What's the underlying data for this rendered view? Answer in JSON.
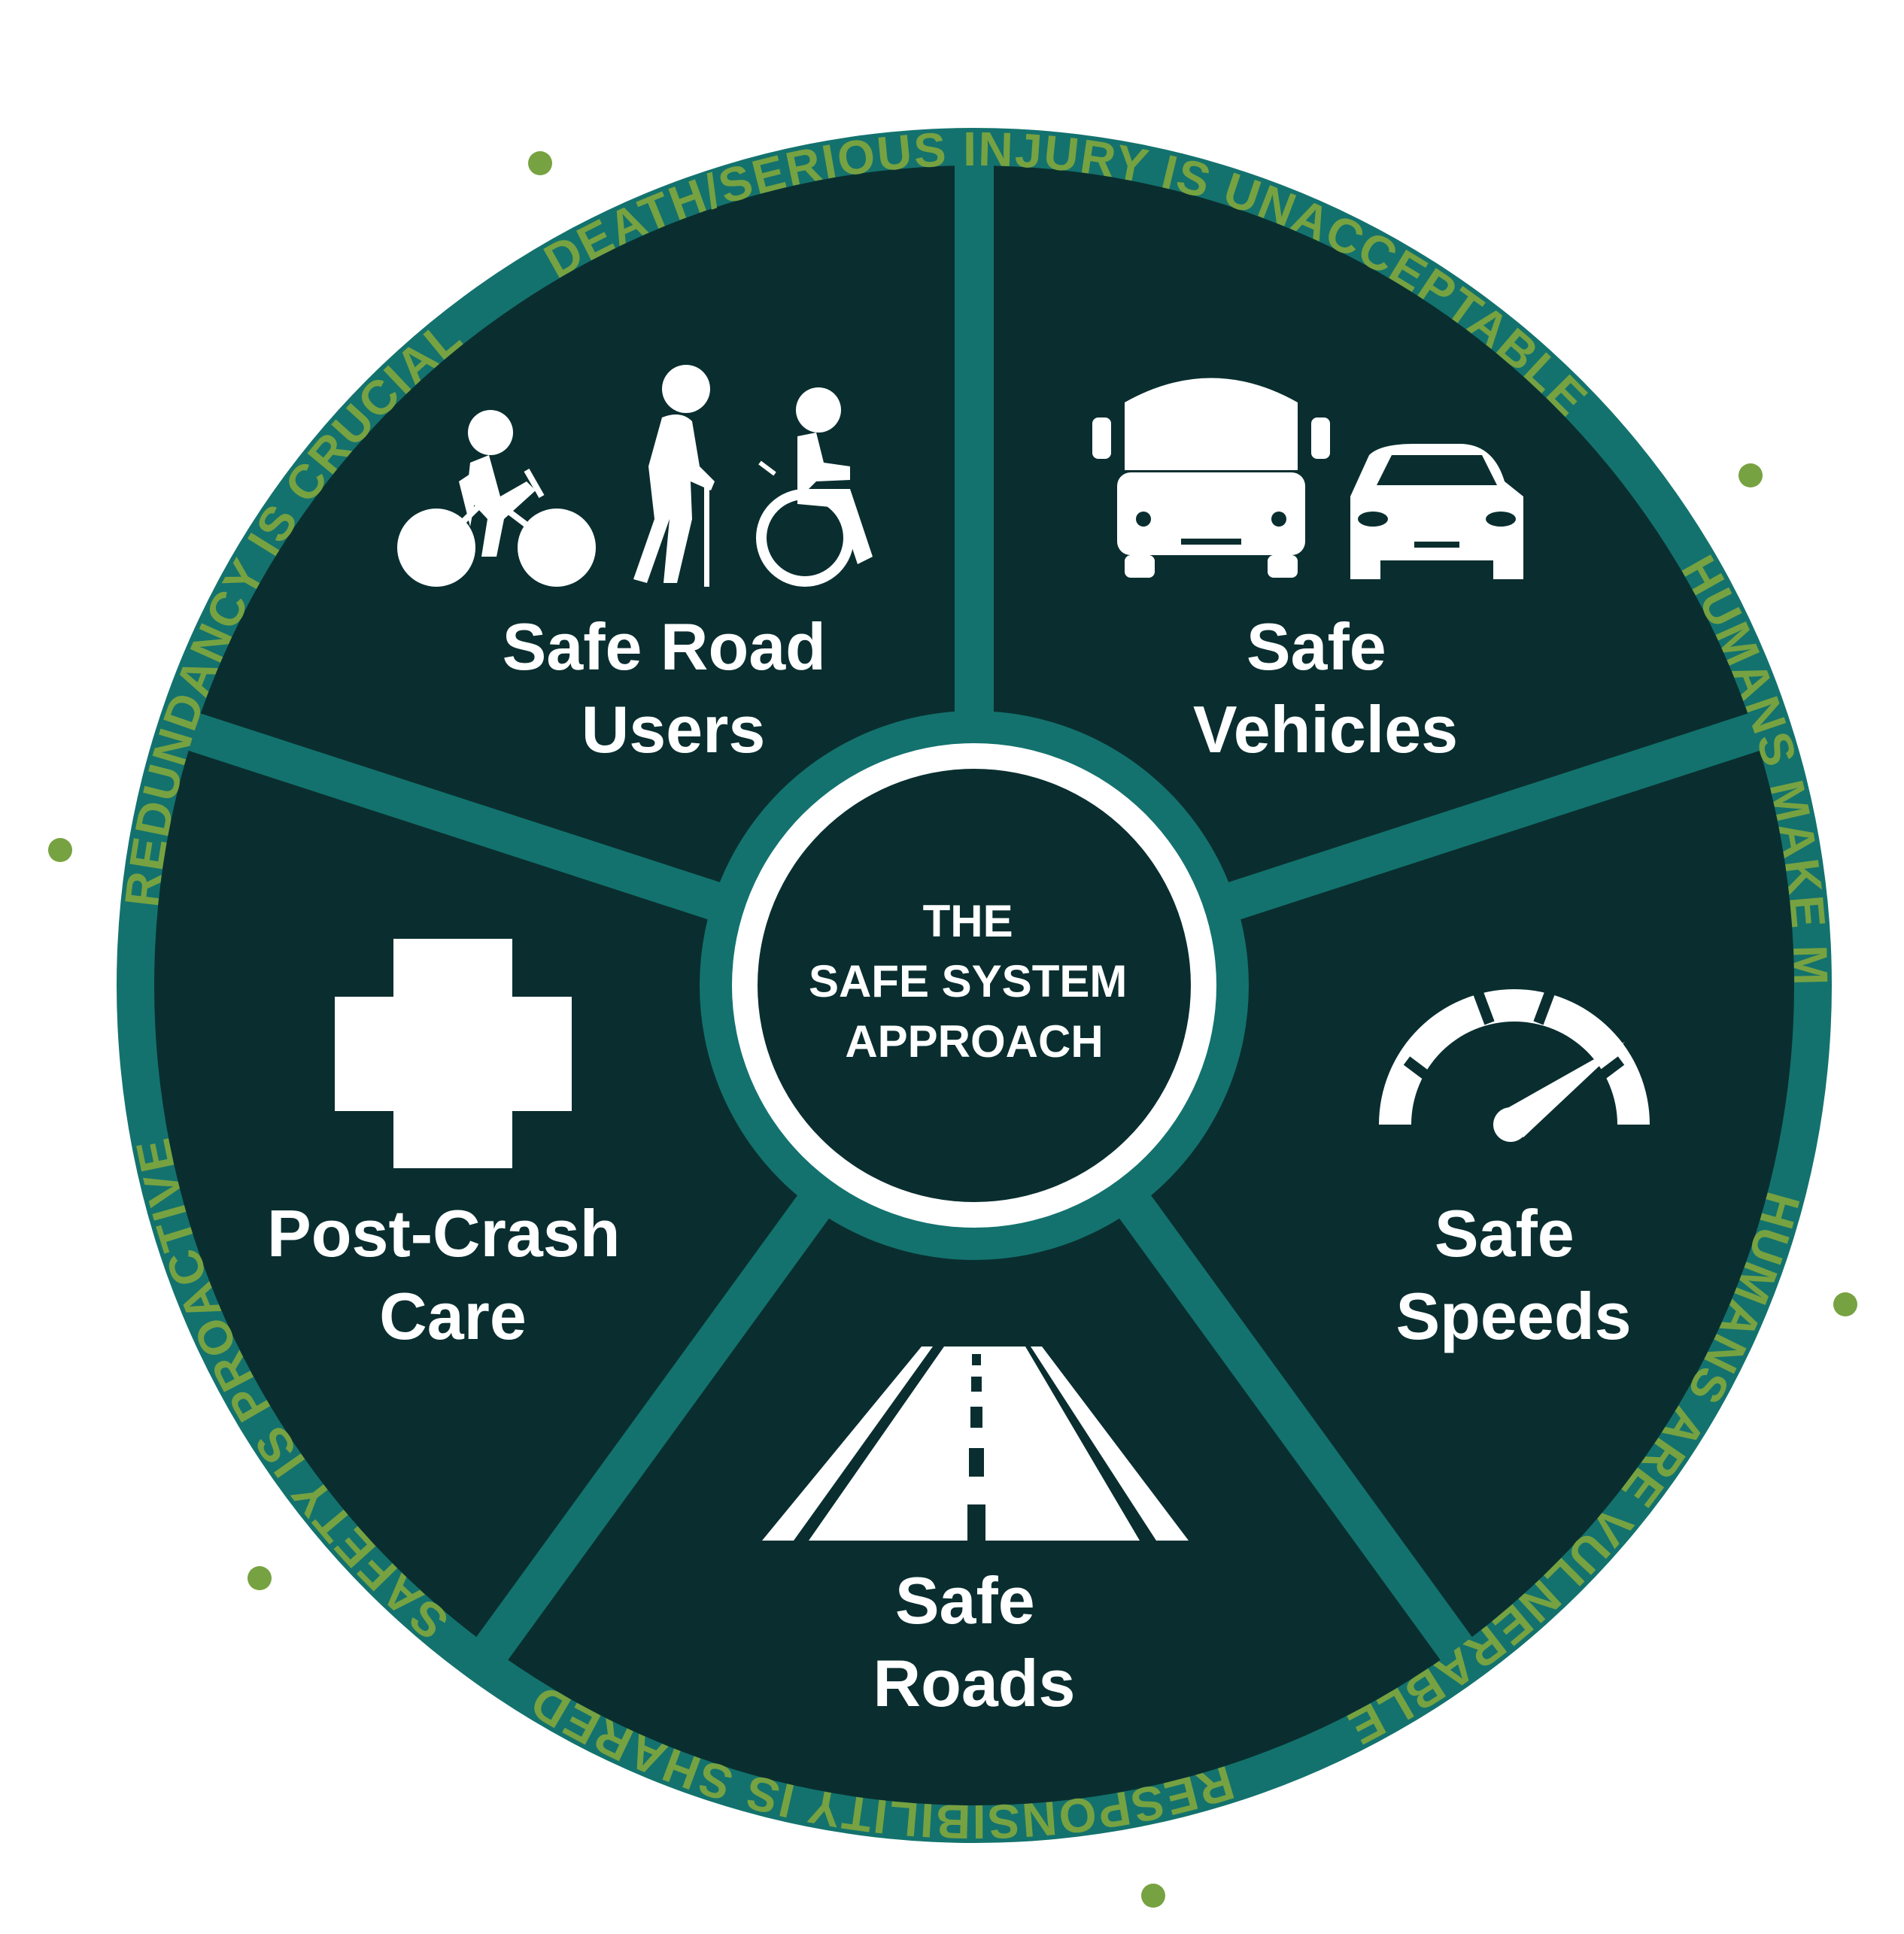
{
  "center": {
    "line1": "THE",
    "line2": "SAFE SYSTEM",
    "line3": "APPROACH"
  },
  "elements": {
    "road_users": {
      "line1": "Safe Road",
      "line2": "Users",
      "icons": [
        "bicycle-rider-icon",
        "walking-person-with-cane-icon",
        "wheelchair-user-icon"
      ]
    },
    "vehicles": {
      "line1": "Safe",
      "line2": "Vehicles",
      "icons": [
        "bus-icon",
        "car-icon"
      ]
    },
    "speeds": {
      "line1": "Safe",
      "line2": "Speeds",
      "icons": [
        "speedometer-icon"
      ]
    },
    "roads": {
      "line1": "Safe",
      "line2": "Roads",
      "icons": [
        "road-icon"
      ]
    },
    "post_crash": {
      "line1": "Post-Crash",
      "line2": "Care",
      "icons": [
        "medical-cross-icon"
      ]
    }
  },
  "principles": [
    "DEATH/SERIOUS INJURY IS UNACCEPTABLE",
    "HUMANS MAKE MISTAKES",
    "HUMANS ARE VULNERABLE",
    "RESPONSIBILITY IS SHARED",
    "SAFETY IS PROACTIVE",
    "REDUNDANCY IS CRUCIAL"
  ],
  "colors": {
    "dark_teal": "#0a2e2f",
    "ring_teal": "#13726e",
    "green_text": "#77a241",
    "white": "#ffffff"
  }
}
